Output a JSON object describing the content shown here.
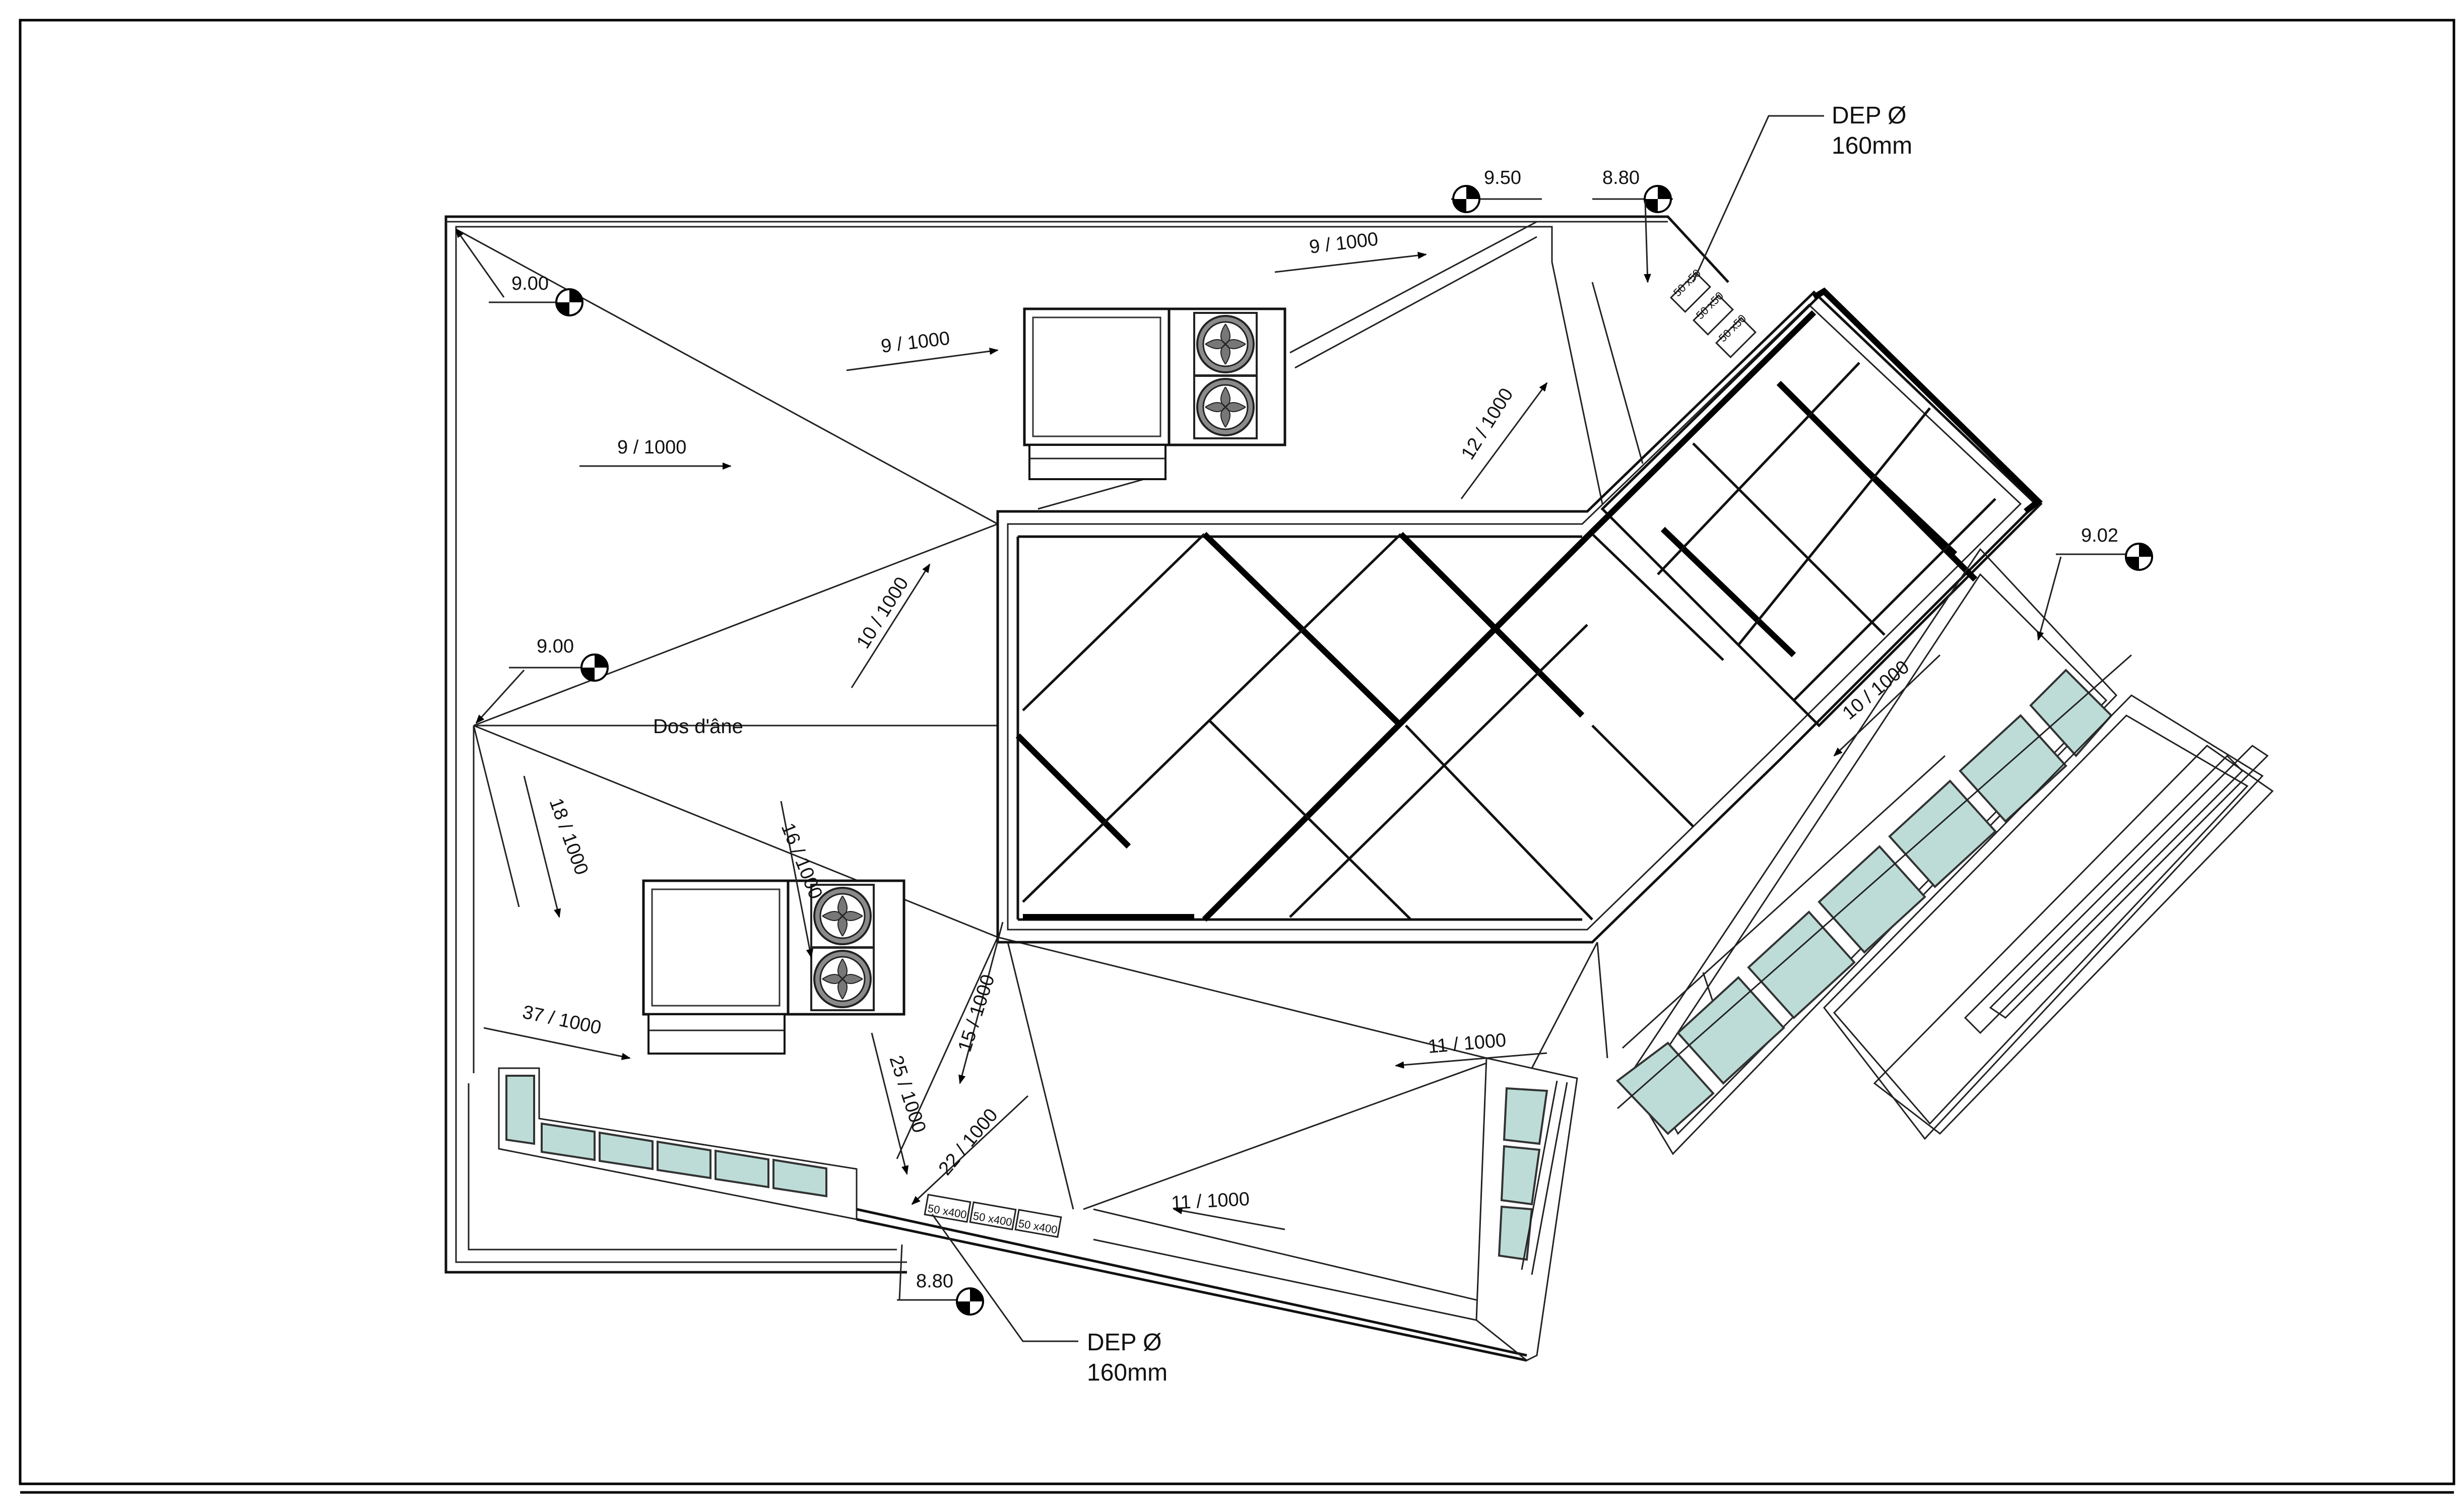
{
  "drawing": {
    "elevations": [
      "9.50",
      "8.80",
      "9.00",
      "9.00",
      "9.02",
      "8.80"
    ],
    "slopes": [
      "9 / 1000",
      "9 / 1000",
      "9 / 1000",
      "12 / 1000",
      "10 / 1000",
      "10 / 1000",
      "18 / 1000",
      "16 / 1000",
      "37 / 1000",
      "15 / 1000",
      "25 / 1000",
      "22 / 1000",
      "11 / 1000",
      "11 / 1000"
    ],
    "ridge_label": "Dos d'âne",
    "downpipes": [
      {
        "line1": "DEP Ø",
        "line2": "160mm"
      },
      {
        "line1": "DEP Ø",
        "line2": "160mm"
      }
    ],
    "scuppers_top": [
      "50 x50",
      "50 x50",
      "50 x50"
    ],
    "scuppers_bottom": [
      "50 x400",
      "50 x400",
      "50 x400"
    ],
    "colors": {
      "glass": "#bddcd8",
      "line": "#111111",
      "background": "#ffffff"
    }
  }
}
